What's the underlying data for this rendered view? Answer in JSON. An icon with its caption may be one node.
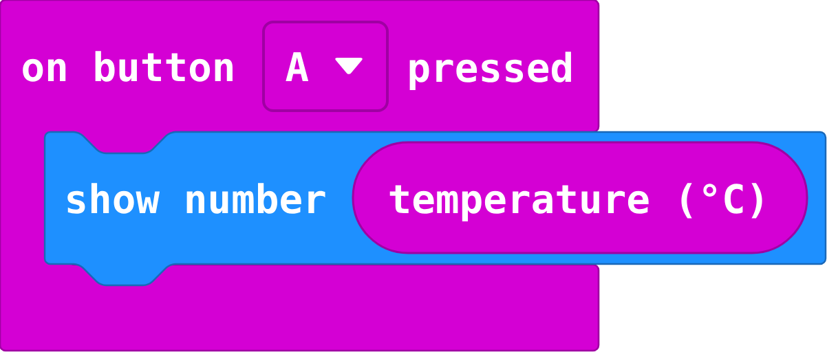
{
  "diagram": {
    "nodes": [
      {
        "text": [
          "on button",
          "pressed"
        ]
      },
      {
        "text": [
          "A"
        ],
        "in": 0
      },
      {
        "text": [
          "show number"
        ]
      },
      {
        "text": [
          "temperature (°C)"
        ],
        "in": 2
      }
    ]
  }
}
